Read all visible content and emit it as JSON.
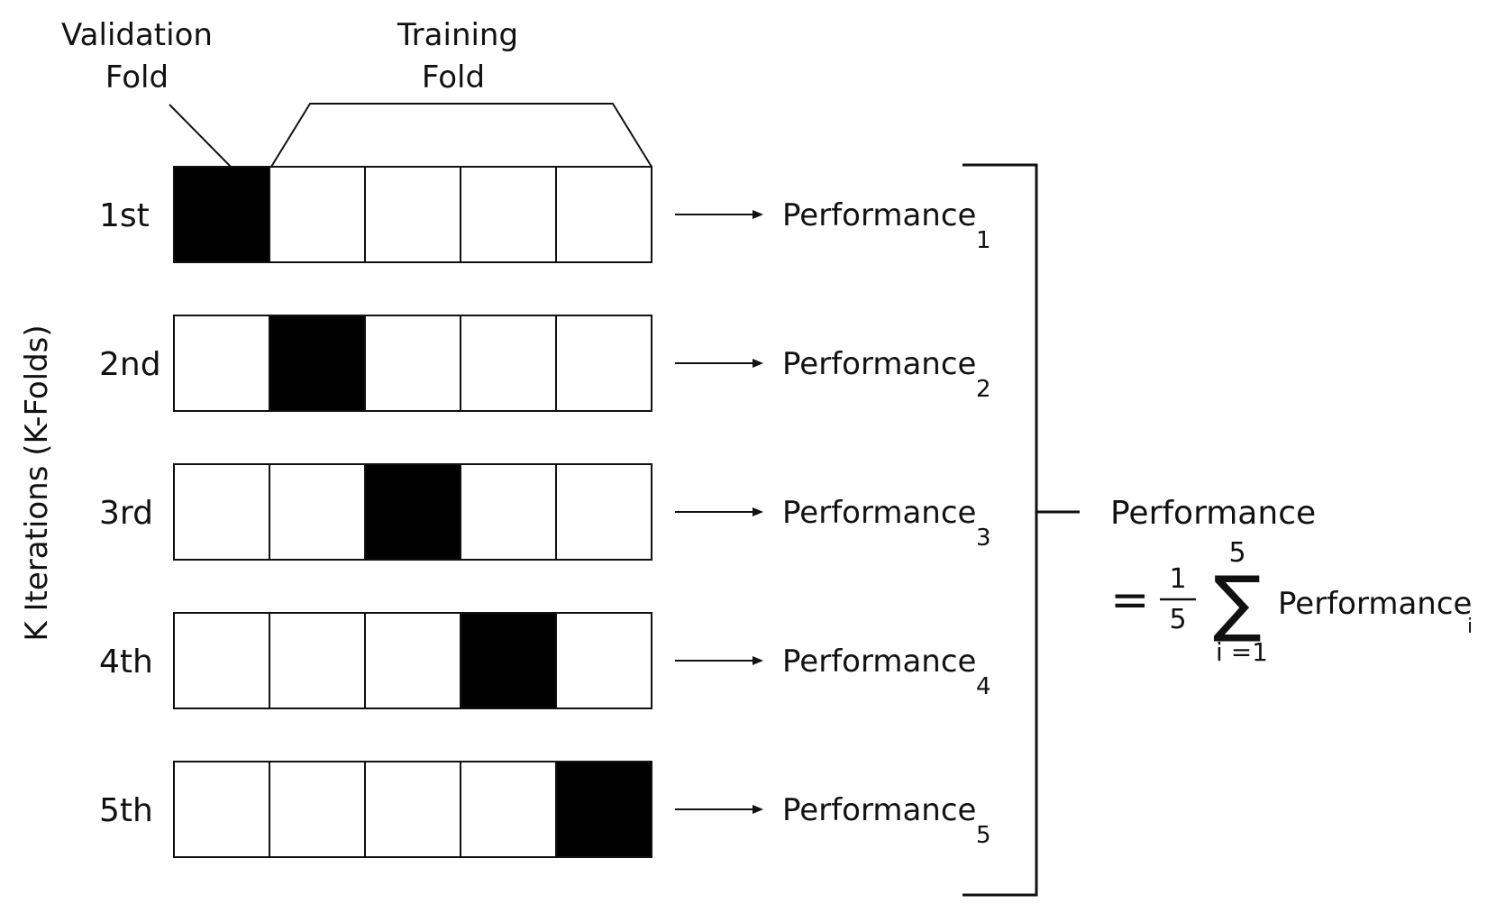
{
  "header": {
    "validation_line1": "Validation",
    "validation_line2": "Fold",
    "training_line1": "Training",
    "training_line2": "Fold"
  },
  "axis_label": "K Iterations (K-Folds)",
  "iterations": [
    {
      "label": "1st",
      "validation_index": 0,
      "performance": "Performance",
      "subscript": "1"
    },
    {
      "label": "2nd",
      "validation_index": 1,
      "performance": "Performance",
      "subscript": "2"
    },
    {
      "label": "3rd",
      "validation_index": 2,
      "performance": "Performance",
      "subscript": "3"
    },
    {
      "label": "4th",
      "validation_index": 3,
      "performance": "Performance",
      "subscript": "4"
    },
    {
      "label": "5th",
      "validation_index": 4,
      "performance": "Performance",
      "subscript": "5"
    }
  ],
  "fold_count": 5,
  "formula": {
    "title": "Performance",
    "equals": "=",
    "numerator": "1",
    "denominator": "5",
    "sum_symbol": "∑",
    "sum_upper": "5",
    "sum_lower": "i =1",
    "term": "Performance",
    "term_subscript": "i"
  },
  "colors": {
    "validation_fill": "#000000",
    "training_fill": "#ffffff",
    "stroke": "#111111"
  }
}
